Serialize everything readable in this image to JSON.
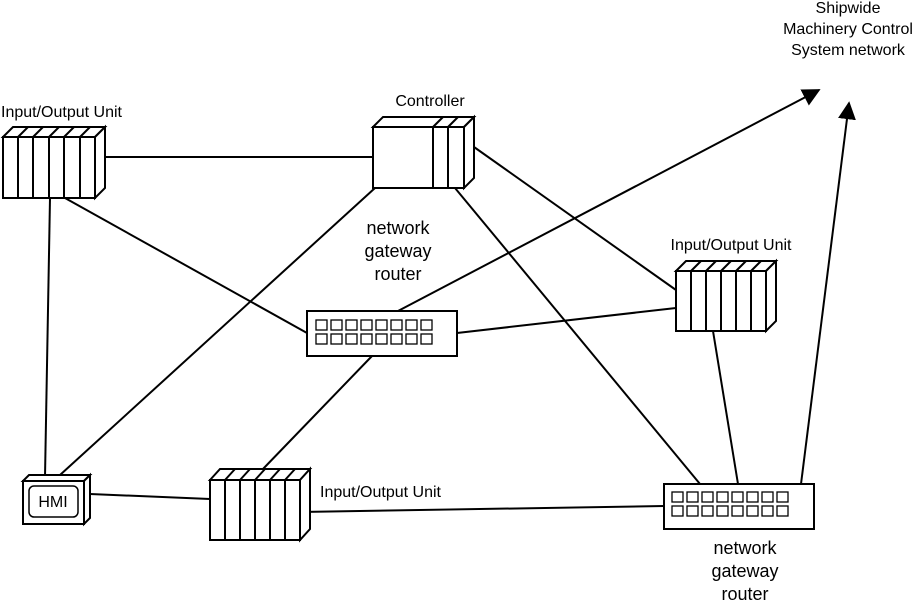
{
  "diagram": {
    "title": "",
    "labels": {
      "shipwide_network": [
        "Shipwide",
        "Machinery Control",
        "System network"
      ],
      "controller": "Controller",
      "io_unit_top_left": "Input/Output Unit",
      "io_unit_right": "Input/Output Unit",
      "io_unit_bottom": "Input/Output Unit",
      "hmi": "HMI",
      "router_center": [
        "network",
        "gateway",
        "router"
      ],
      "router_bottom_right": [
        "network",
        "gateway",
        "router"
      ]
    },
    "nodes": [
      {
        "id": "io_top_left",
        "kind": "io-unit"
      },
      {
        "id": "controller",
        "kind": "controller"
      },
      {
        "id": "switch_center",
        "kind": "switch"
      },
      {
        "id": "io_right",
        "kind": "io-unit"
      },
      {
        "id": "hmi",
        "kind": "hmi"
      },
      {
        "id": "io_bottom",
        "kind": "io-unit"
      },
      {
        "id": "switch_bottom_right",
        "kind": "switch"
      }
    ],
    "connections": [
      [
        "io_top_left",
        "controller"
      ],
      [
        "io_top_left",
        "switch_center"
      ],
      [
        "io_top_left",
        "hmi"
      ],
      [
        "controller",
        "hmi"
      ],
      [
        "controller",
        "io_right"
      ],
      [
        "controller",
        "switch_bottom_right"
      ],
      [
        "switch_center",
        "io_right"
      ],
      [
        "switch_center",
        "io_bottom"
      ],
      [
        "switch_center",
        "shipwide_network"
      ],
      [
        "hmi",
        "io_bottom"
      ],
      [
        "io_bottom",
        "switch_bottom_right"
      ],
      [
        "io_right",
        "switch_bottom_right"
      ],
      [
        "switch_bottom_right",
        "shipwide_network"
      ]
    ]
  }
}
